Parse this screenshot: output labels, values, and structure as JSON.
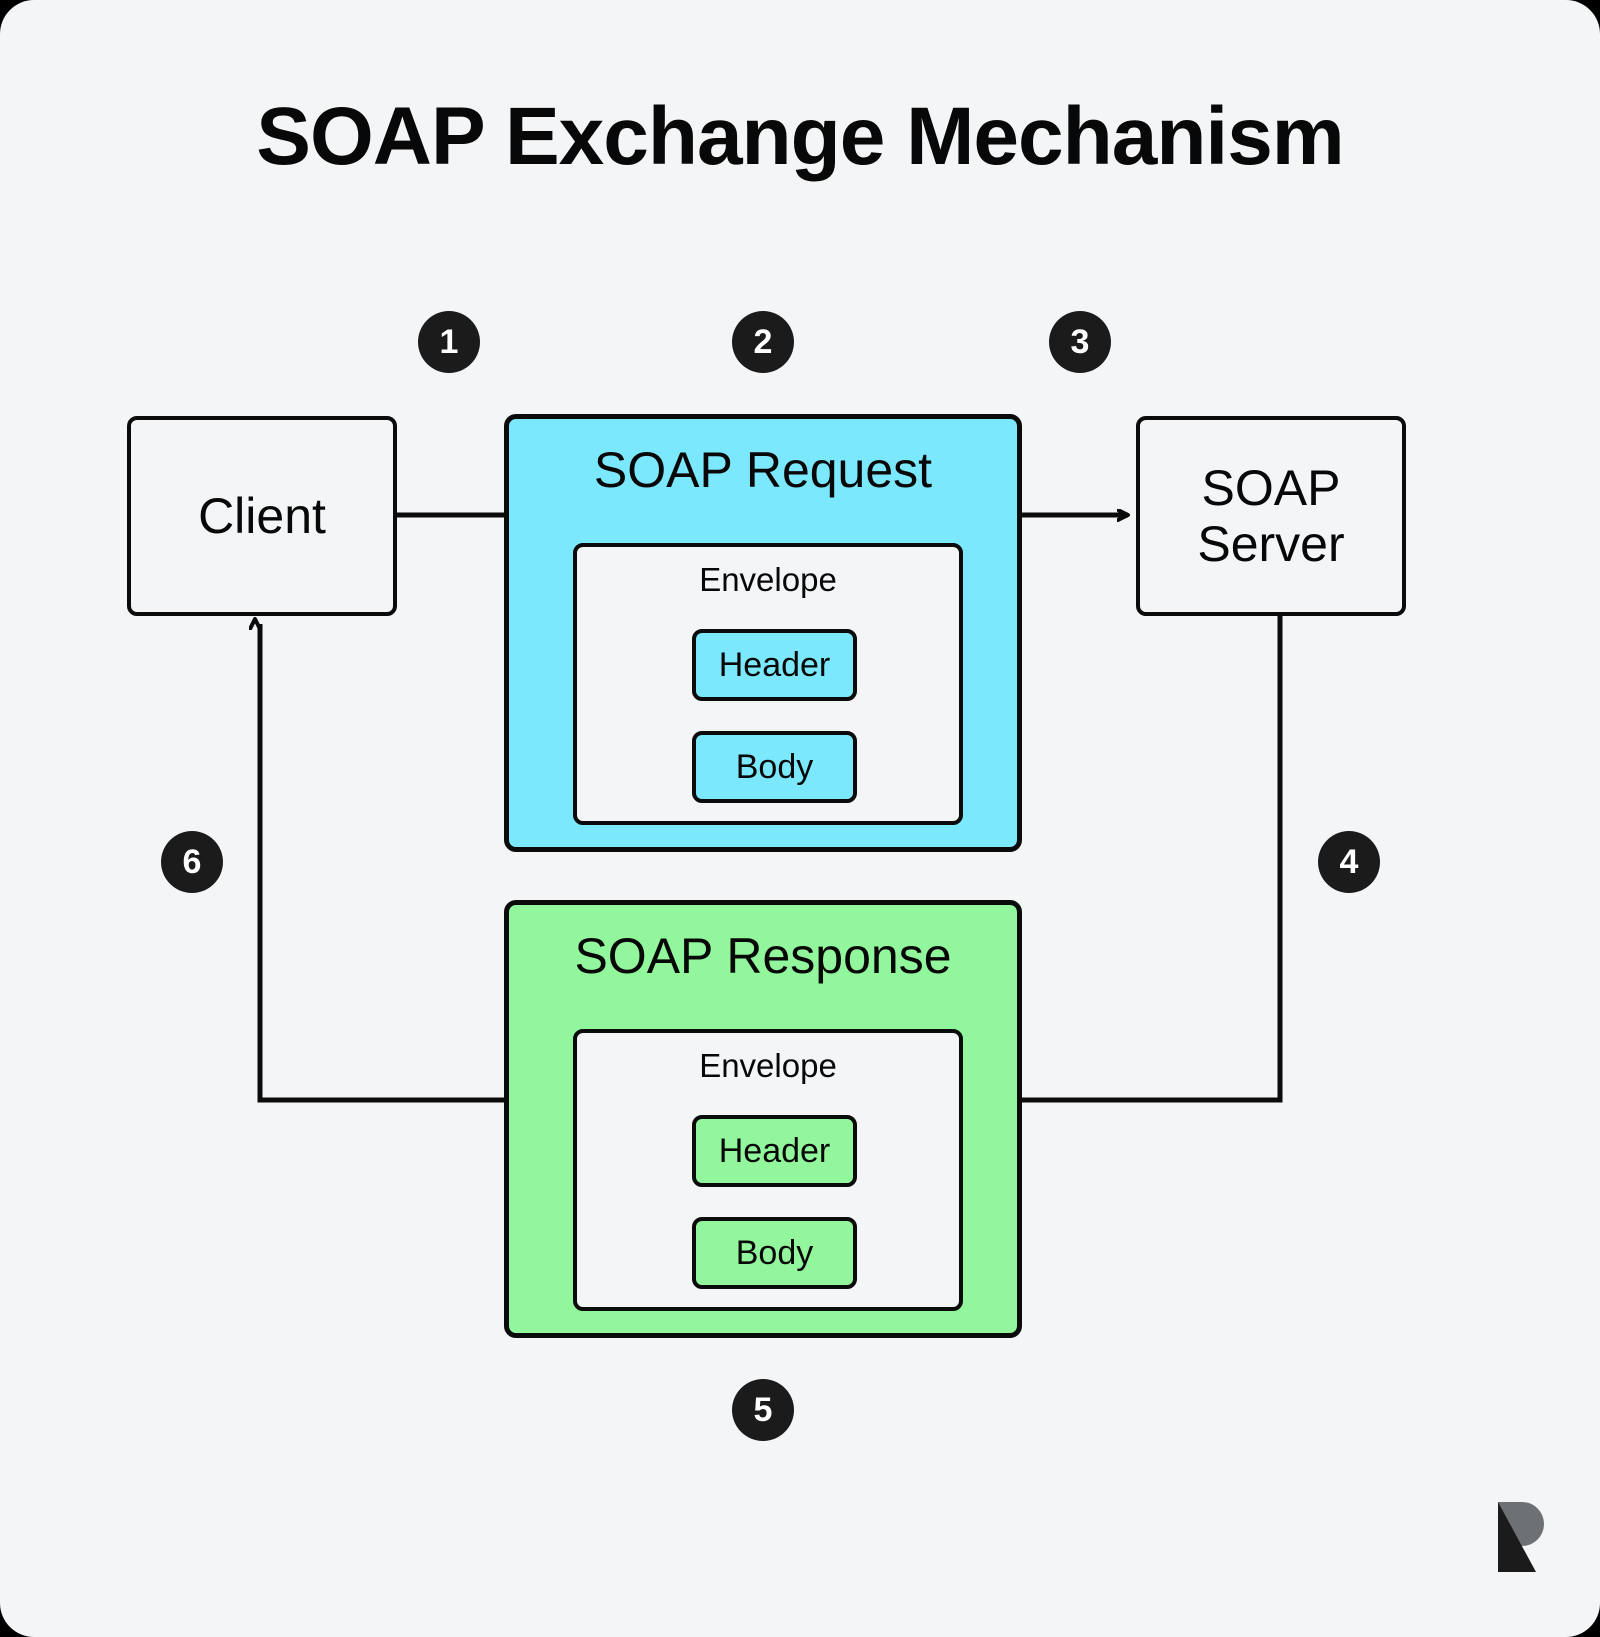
{
  "page": {
    "title": "SOAP Exchange Mechanism",
    "background_color": "#f3f5f7",
    "outer_color": "#000000",
    "stroke_color": "#0b0b0b"
  },
  "colors": {
    "request_fill": "#7ce8fd",
    "response_fill": "#92f79c",
    "badge_fill": "#1b1b1b",
    "badge_text": "#ffffff",
    "node_fill": "#f3f5f7"
  },
  "nodes": {
    "client": {
      "label": "Client"
    },
    "server": {
      "label": "SOAP\nServer",
      "line1": "SOAP",
      "line2": "Server"
    }
  },
  "messages": [
    {
      "id": "request",
      "title": "SOAP Request",
      "envelope_label": "Envelope",
      "parts": [
        {
          "label": "Header"
        },
        {
          "label": "Body"
        }
      ]
    },
    {
      "id": "response",
      "title": "SOAP Response",
      "envelope_label": "Envelope",
      "parts": [
        {
          "label": "Header"
        },
        {
          "label": "Body"
        }
      ]
    }
  ],
  "steps": [
    {
      "number": "1"
    },
    {
      "number": "2"
    },
    {
      "number": "3"
    },
    {
      "number": "4"
    },
    {
      "number": "5"
    },
    {
      "number": "6"
    }
  ],
  "watermark": {
    "name": "r-logo"
  }
}
